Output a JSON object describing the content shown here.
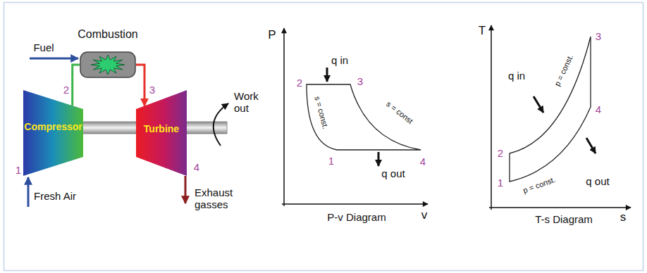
{
  "diagram": {
    "nodes": [
      {
        "text": [
          "Compressor"
        ]
      },
      {
        "text": [
          "Combustion"
        ]
      },
      {
        "text": [
          "Turbine"
        ]
      }
    ],
    "edges": [
      {
        "from": 0,
        "to": 1,
        "arrow": "none"
      },
      {
        "from": 1,
        "to": 2,
        "arrow": "to"
      }
    ],
    "labels": [
      "Fuel",
      "2",
      "3",
      "Work out",
      "1",
      "4",
      "Fresh Air",
      "Exhaust gasses",
      "P",
      "q in",
      "2",
      "3",
      "s = const.",
      "s = const",
      "1",
      "4",
      "q out",
      "v",
      "P-v Diagram",
      "T",
      "3",
      "q in",
      "p = const.",
      "4",
      "2",
      "1",
      "p = const.",
      "q out",
      "s",
      "T-s Diagram"
    ]
  }
}
